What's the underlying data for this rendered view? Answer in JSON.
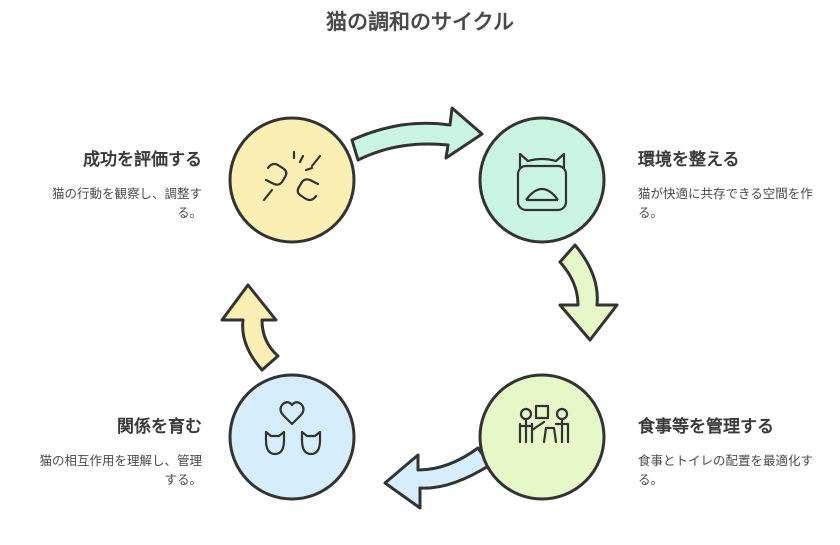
{
  "title": "猫の調和のサイクル",
  "steps": [
    {
      "title": "環境を整える",
      "desc": "猫が快適に共存できる空間を作る。",
      "color": "#c9f5e2",
      "icon": "cat-carrier-icon"
    },
    {
      "title": "食事等を管理する",
      "desc": "食事とトイレの配置を最適化する。",
      "color": "#e6f7c8",
      "icon": "people-feeding-icon"
    },
    {
      "title": "関係を育む",
      "desc": "猫の相互作用を理解し、管理する。",
      "color": "#d6eefb",
      "icon": "cats-heart-icon"
    },
    {
      "title": "成功を評価する",
      "desc": "猫の行動を観察し、調整する。",
      "color": "#fbefb4",
      "icon": "fist-bump-icon"
    }
  ]
}
